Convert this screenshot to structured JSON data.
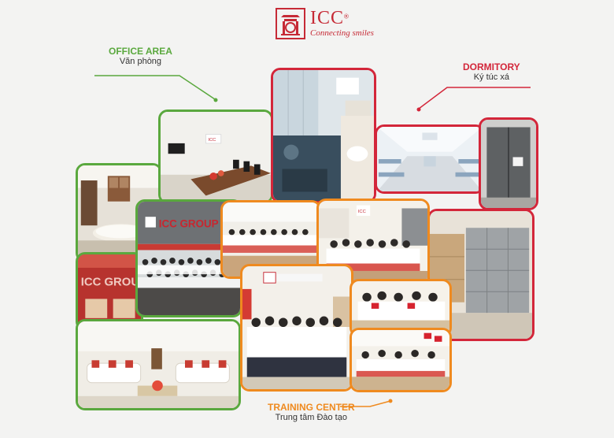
{
  "brand": {
    "name": "ICC",
    "registered": "®",
    "tagline": "Connecting smiles",
    "color": "#c62a36"
  },
  "sections": {
    "office": {
      "title": "OFFICE AREA",
      "subtitle": "Văn phòng",
      "color": "#5aa83e"
    },
    "dormitory": {
      "title": "DORMITORY",
      "subtitle": "Ký túc xá",
      "color": "#d3263a"
    },
    "training": {
      "title": "TRAINING CENTER",
      "subtitle": "Trung tâm Đào tạo",
      "color": "#ef8a1f"
    }
  },
  "signage": {
    "icc_group": "ICC GROUP",
    "icc_small": "ICC"
  }
}
